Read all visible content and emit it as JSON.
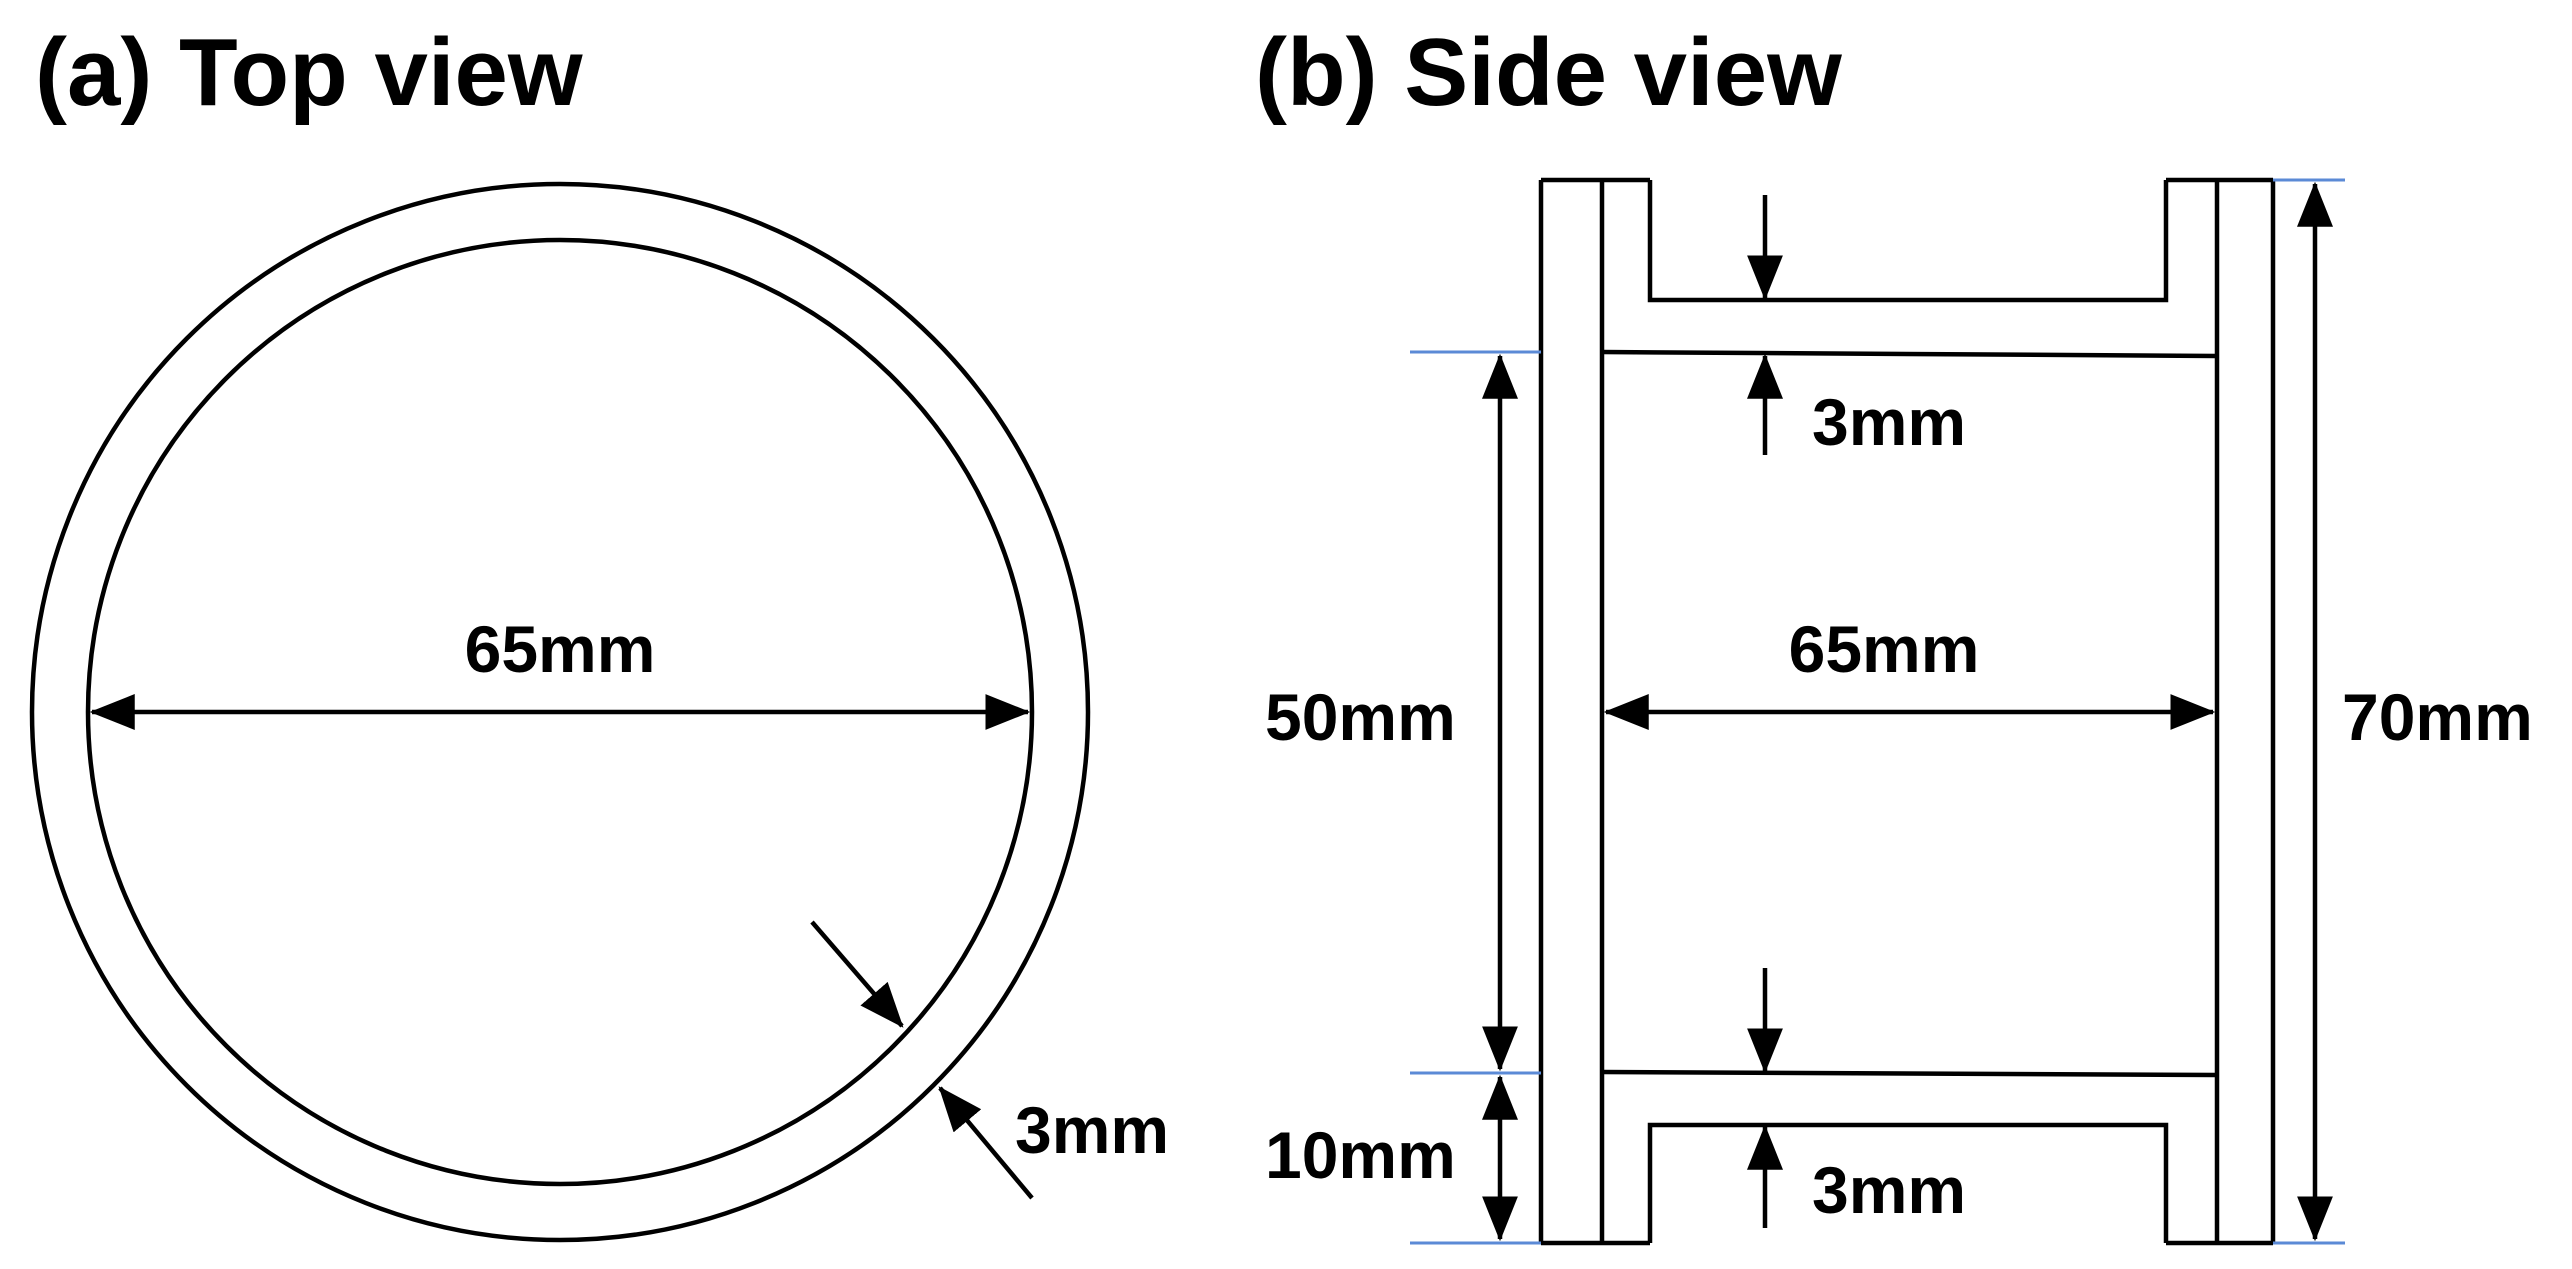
{
  "top_view": {
    "title": "(a) Top view",
    "diameter_label": "65mm",
    "thickness_label": "3mm"
  },
  "side_view": {
    "title": "(b) Side view",
    "top_thickness_label": "3mm",
    "inner_width_label": "65mm",
    "inner_height_label": "50mm",
    "total_height_label": "70mm",
    "flange_height_label": "10mm",
    "bottom_thickness_label": "3mm"
  },
  "colors": {
    "line": "#000000",
    "extension_line": "#5b8ad6",
    "background": "#ffffff"
  }
}
